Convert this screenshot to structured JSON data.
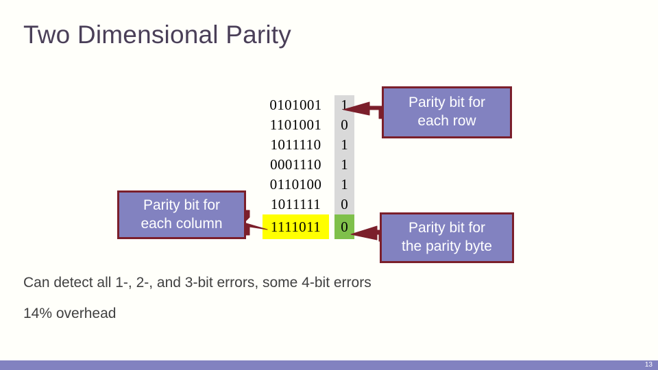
{
  "slide": {
    "title": "Two Dimensional Parity",
    "page_number": "13"
  },
  "colors": {
    "title": "#4a3f58",
    "callout_fill": "#8282c0",
    "callout_border": "#7b1f2b",
    "parity_column_bg": "#d9d9d9",
    "parity_row_bg": "#ffff00",
    "corner_cell_bg": "#7fc04b",
    "footer_bar": "#8282c0",
    "body_text": "#404040"
  },
  "matrix": {
    "rows": [
      {
        "data": "0101001",
        "parity": "1"
      },
      {
        "data": "1101001",
        "parity": "0"
      },
      {
        "data": "1011110",
        "parity": "1"
      },
      {
        "data": "0001110",
        "parity": "1"
      },
      {
        "data": "0110100",
        "parity": "1"
      },
      {
        "data": "1011111",
        "parity": "0"
      }
    ],
    "parity_row": {
      "data": "1111011",
      "parity": "0"
    }
  },
  "callouts": {
    "row": {
      "line1": "Parity bit for",
      "line2": "each row"
    },
    "column": {
      "line1": "Parity bit for",
      "line2": "each column"
    },
    "byte": {
      "line1": "Parity bit for",
      "line2": "the parity byte"
    }
  },
  "body": {
    "line1": "Can detect all 1-, 2-, and 3-bit errors, some 4-bit errors",
    "line2": "14% overhead"
  }
}
